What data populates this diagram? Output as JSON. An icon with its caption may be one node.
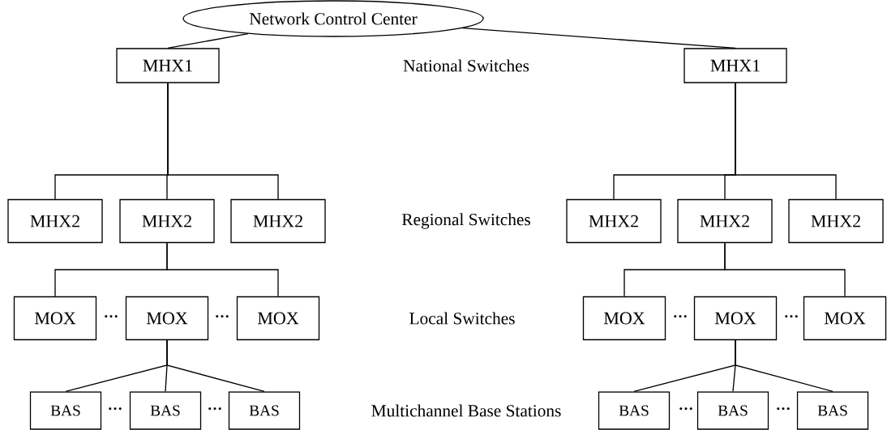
{
  "diagram": {
    "nodes": [
      {
        "text": [
          "Network Control Center"
        ]
      },
      {
        "text": [
          "MHX1"
        ]
      },
      {
        "text": [
          "MHX1"
        ]
      },
      {
        "text": [
          "MHX2"
        ]
      },
      {
        "text": [
          "MHX2"
        ]
      },
      {
        "text": [
          "MHX2"
        ]
      },
      {
        "text": [
          "MHX2"
        ]
      },
      {
        "text": [
          "MHX2"
        ]
      },
      {
        "text": [
          "MHX2"
        ]
      },
      {
        "text": [
          "MOX"
        ]
      },
      {
        "text": [
          "MOX"
        ]
      },
      {
        "text": [
          "MOX"
        ]
      },
      {
        "text": [
          "MOX"
        ]
      },
      {
        "text": [
          "MOX"
        ]
      },
      {
        "text": [
          "MOX"
        ]
      },
      {
        "text": [
          "BAS"
        ]
      },
      {
        "text": [
          "BAS"
        ]
      },
      {
        "text": [
          "BAS"
        ]
      },
      {
        "text": [
          "BAS"
        ]
      },
      {
        "text": [
          "BAS"
        ]
      },
      {
        "text": [
          "BAS"
        ]
      }
    ],
    "edges": [
      {
        "from": 0,
        "to": 1,
        "arrow": "none"
      },
      {
        "from": 0,
        "to": 2,
        "arrow": "none"
      },
      {
        "from": 1,
        "to": 3,
        "arrow": "none"
      },
      {
        "from": 1,
        "to": 4,
        "arrow": "none"
      },
      {
        "from": 1,
        "to": 5,
        "arrow": "none"
      },
      {
        "from": 2,
        "to": 6,
        "arrow": "none"
      },
      {
        "from": 2,
        "to": 7,
        "arrow": "none"
      },
      {
        "from": 2,
        "to": 8,
        "arrow": "none"
      },
      {
        "from": 4,
        "to": 9,
        "arrow": "none"
      },
      {
        "from": 4,
        "to": 11,
        "arrow": "none"
      },
      {
        "from": 7,
        "to": 12,
        "arrow": "none"
      },
      {
        "from": 7,
        "to": 14,
        "arrow": "none"
      },
      {
        "from": 10,
        "to": 15,
        "arrow": "none"
      },
      {
        "from": 10,
        "to": 16,
        "arrow": "none"
      },
      {
        "from": 10,
        "to": 17,
        "arrow": "none"
      },
      {
        "from": 13,
        "to": 18,
        "arrow": "none"
      },
      {
        "from": 13,
        "to": 19,
        "arrow": "none"
      },
      {
        "from": 13,
        "to": 20,
        "arrow": "none"
      }
    ],
    "labels": [
      "National Switches",
      "Regional Switches",
      "···",
      "···",
      "Local Switches",
      "···",
      "···",
      "···",
      "···",
      "Multichannel Base Stations",
      "···",
      "···"
    ]
  }
}
